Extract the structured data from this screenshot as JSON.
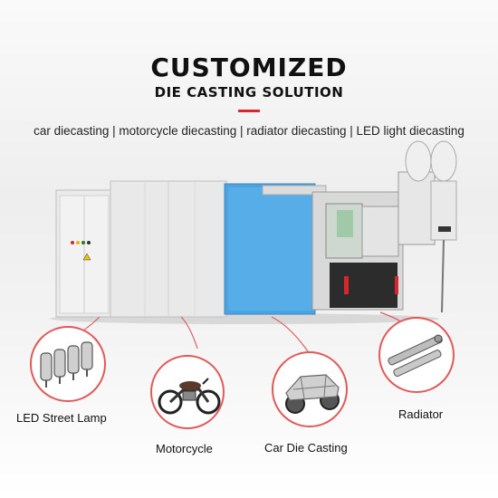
{
  "header": {
    "title_line1": "CUSTOMIZED",
    "title_line2": "DIE CASTING SOLUTION",
    "subtitle": "car diecasting | motorcycle diecasting | radiator diecasting | LED light diecasting"
  },
  "products": {
    "led": "LED Street Lamp",
    "motorcycle": "Motorcycle",
    "car": "Car Die Casting",
    "radiator": "Radiator"
  },
  "colors": {
    "accent_red": "#d7262e",
    "machine_blue": "#4aa4e2",
    "machine_grey": "#e6e6e6"
  }
}
